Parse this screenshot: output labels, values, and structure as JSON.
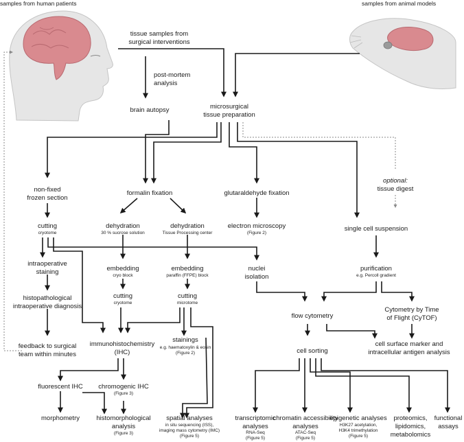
{
  "headers": {
    "human": "samples from human patients",
    "animal": "samples from animal models"
  },
  "nodes": {
    "tissue_samples": [
      "tissue samples from",
      "surgical interventions"
    ],
    "post_mortem": [
      "post-mortem",
      "analysis"
    ],
    "brain_autopsy": "brain autopsy",
    "microsurgical": [
      "microsurgical",
      "tissue preparation"
    ],
    "non_fixed": [
      "non-fixed",
      "frozen section"
    ],
    "formalin": "formalin fixation",
    "glutaraldehyde": "glutaraldehyde fixation",
    "optional": "optional:",
    "tissue_digest": "tissue digest",
    "cutting1": {
      "title": "cutting",
      "sub": "cryotome"
    },
    "dehydration1": {
      "title": "dehydration",
      "sub": "30 % sucrose solution"
    },
    "dehydration2": {
      "title": "dehydration",
      "sub": "Tissue Processing center"
    },
    "electron": {
      "title": "electron microscopy",
      "sub": "(Figure 2)"
    },
    "single_cell": "single cell suspension",
    "intraop_staining": [
      "intraoperative",
      "staining"
    ],
    "embedding1": {
      "title": "embedding",
      "sub": "cryo block"
    },
    "embedding2": {
      "title": "embedding",
      "sub": "paraffin (FFPE) block"
    },
    "nuclei": [
      "nuclei",
      "isolation"
    ],
    "purification": {
      "title": "purification",
      "sub": "e.g. Percoll gradient"
    },
    "histopath": [
      "histopathological",
      "intraoperative diagnosis"
    ],
    "cutting2": {
      "title": "cutting",
      "sub": "cryotome"
    },
    "cutting3": {
      "title": "cutting",
      "sub": "microtome"
    },
    "flow": "flow cytometry",
    "cytof": [
      "Cytometry by Time",
      "of Flight (CyTOF)"
    ],
    "feedback": [
      "feedback to surgical",
      "team within minutes"
    ],
    "ihc": [
      "immunohistochemistry",
      "(IHC)"
    ],
    "stainings": {
      "title": "stainings",
      "sub": [
        "e.g. haematoxylin & eosin",
        "(Figure 2)"
      ]
    },
    "cell_sorting": "cell sorting",
    "surface": [
      "cell surface marker and",
      "intracellular antigen analysis"
    ],
    "fluor_ihc": "fluorescent IHC",
    "chromo_ihc": {
      "title": "chromogenic IHC",
      "sub": "(Figure 3)"
    },
    "morphometry": "morphometry",
    "histomorph": {
      "title": [
        "histomorphological",
        "analysis"
      ],
      "sub": "(Figure 3)"
    },
    "spatial": {
      "title": "spatial analyses",
      "sub": [
        "in situ sequencing (ISS),",
        "imaging mass cytometry (IMC)",
        "(Figure 5)"
      ]
    },
    "transcriptomic": {
      "title": [
        "transcriptomic",
        "analyses"
      ],
      "sub": [
        "RNA-Seq",
        "(Figure 5)"
      ]
    },
    "chromatin": {
      "title": [
        "chromatin accessibility",
        "analyses"
      ],
      "sub": [
        "ATAC-Seq",
        "(Figure 5)"
      ]
    },
    "epigenetic": {
      "title": "epigenetic analyses",
      "sub": [
        "H3K27 acetylation,",
        "H3K4 trimethylation",
        "(Figure 5)"
      ]
    },
    "proteomics": [
      "proteomics,",
      "lipidomics,",
      "metabolomics"
    ],
    "functional": [
      "functional",
      "assays"
    ]
  },
  "colors": {
    "line": "#1a1a1a",
    "dotted": "#8a8a8a",
    "brain": "#d98a8f",
    "skin": "#e6e6e6"
  },
  "icons": [
    "human-head-icon",
    "brain-icon",
    "mouse-head-icon"
  ]
}
